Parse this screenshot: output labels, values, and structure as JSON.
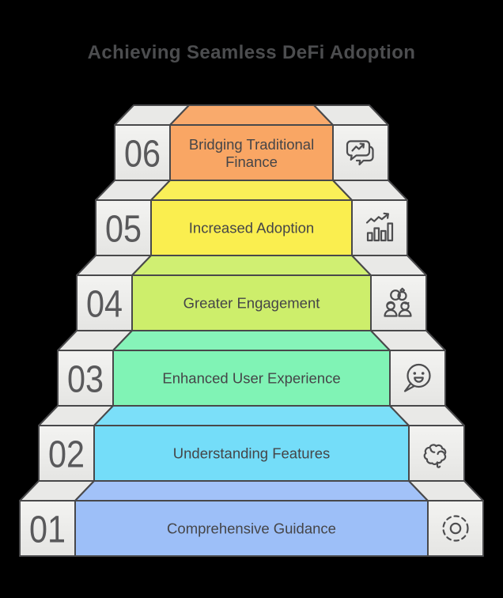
{
  "title": "Achieving Seamless DeFi Adoption",
  "colors": {
    "background": "#000000",
    "outline": "#48484a",
    "box_face_top": "#f3f3f1",
    "box_face_bottom": "#e5e5e3",
    "box_face": "#ececea",
    "tread_gray": "#e9e9e7",
    "title_text": "#4c4d4f",
    "label_text": "#454548",
    "number_text": "#59595b",
    "icon_stroke": "#4d4d4f"
  },
  "steps": [
    {
      "number": "06",
      "label": "Bridging Traditional Finance",
      "color": "#f9a664",
      "icon": "chat-trend-icon"
    },
    {
      "number": "05",
      "label": "Increased Adoption",
      "color": "#faee4f",
      "icon": "bar-chart-growth-icon"
    },
    {
      "number": "04",
      "label": "Greater Engagement",
      "color": "#cdee6b",
      "icon": "engagement-people-icon"
    },
    {
      "number": "03",
      "label": "Enhanced User Experience",
      "color": "#80f3b5",
      "icon": "smiley-face-bubble-icon"
    },
    {
      "number": "02",
      "label": "Understanding Features",
      "color": "#74ddf9",
      "icon": "brain-icon"
    },
    {
      "number": "01",
      "label": "Comprehensive Guidance",
      "color": "#9dbff8",
      "icon": "target-dashed-circle-icon"
    }
  ]
}
